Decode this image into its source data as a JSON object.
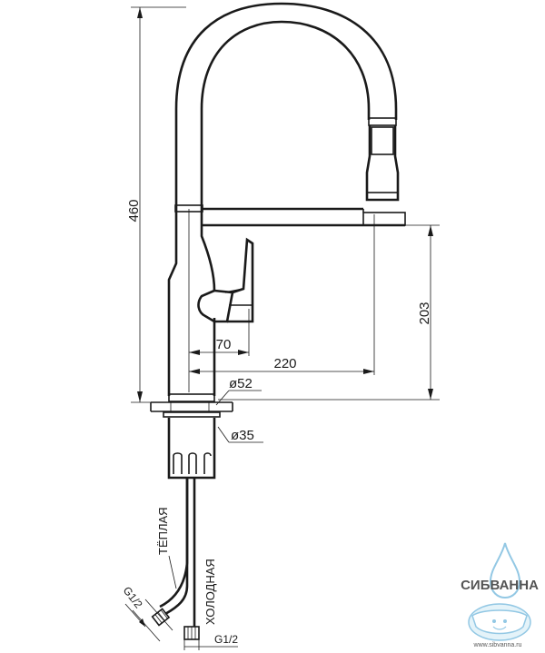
{
  "dimensions": {
    "height_total": "460",
    "spout_height": "203",
    "lever_offset": "70",
    "spout_reach": "220",
    "base_diameter": "ø52",
    "shank_diameter": "ø35"
  },
  "hoses": {
    "warm_label": "ТЁПЛАЯ",
    "cold_label": "ХОЛОДНАЯ",
    "thread_left": "G1/2",
    "thread_right": "G1/2"
  },
  "logo": {
    "brand": "СИБВАННА",
    "url": "www.sibvanna.ru",
    "color": "#6fb6dc"
  }
}
